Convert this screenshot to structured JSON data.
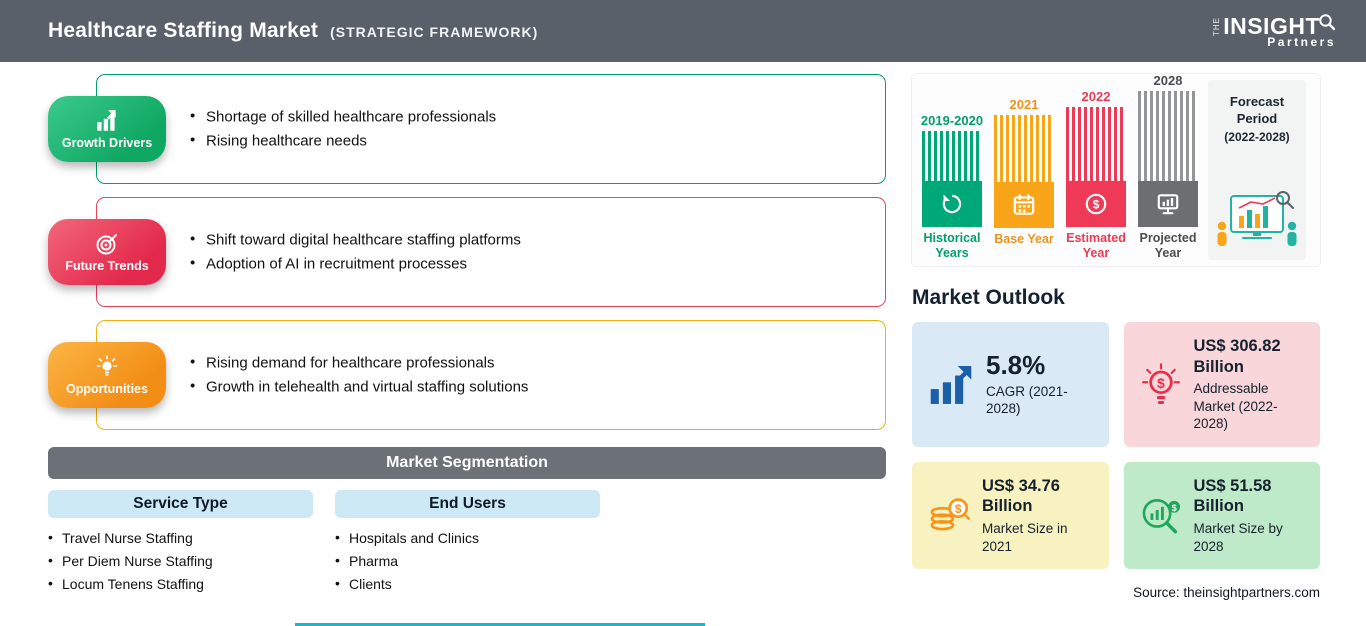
{
  "header": {
    "title": "Healthcare Staffing Market",
    "subtitle": "(STRATEGIC FRAMEWORK)",
    "logo": {
      "the": "The",
      "insight": "INSIGHT",
      "partners": "Partners"
    }
  },
  "sections": [
    {
      "label": "Growth Drivers",
      "icon": "bar-chart-growth-icon",
      "color": "#009f6f",
      "bullets": [
        "Shortage of skilled healthcare professionals",
        "Rising healthcare needs"
      ]
    },
    {
      "label": "Future Trends",
      "icon": "target-icon",
      "color": "#e8435a",
      "bullets": [
        "Shift toward digital healthcare staffing platforms",
        "Adoption of AI in recruitment processes"
      ]
    },
    {
      "label": "Opportunities",
      "icon": "lightbulb-icon",
      "color": "#f0b00a",
      "bullets": [
        "Rising demand for healthcare professionals",
        "Growth in telehealth and virtual staffing solutions"
      ]
    }
  ],
  "segmentation": {
    "title": "Market Segmentation",
    "groups": [
      {
        "header": "Service Type",
        "items": [
          "Travel Nurse Staffing",
          "Per Diem Nurse Staffing",
          "Locum Tenens Staffing"
        ]
      },
      {
        "header": "End Users",
        "items": [
          "Hospitals and Clinics",
          "Pharma",
          "Clients"
        ]
      }
    ]
  },
  "timeline": {
    "bars": [
      {
        "year": "2019-2020",
        "label": "Historical Years",
        "icon": "history-arrows-icon",
        "color": "#00a877"
      },
      {
        "year": "2021",
        "label": "Base Year",
        "icon": "calendar-icon",
        "color": "#f9a51a"
      },
      {
        "year": "2022",
        "label": "Estimated Year",
        "icon": "money-icon",
        "color": "#ee3a57"
      },
      {
        "year": "2028",
        "label": "Projected Year",
        "icon": "monitor-icon",
        "color": "#6d6e71"
      }
    ],
    "forecast_title": "Forecast Period",
    "forecast_range": "(2022-2028)"
  },
  "outlook": {
    "title": "Market Outlook",
    "cards": [
      {
        "value": "5.8%",
        "desc": "CAGR (2021-2028)",
        "icon": "growth-chart-icon",
        "bg": "#d9e9f5"
      },
      {
        "value": "US$ 306.82 Billion",
        "desc": "Addressable Market (2022-2028)",
        "icon": "bulb-dollar-icon",
        "bg": "#f8d6da"
      },
      {
        "value": "US$ 34.76 Billion",
        "desc": "Market Size in 2021",
        "icon": "coins-magnifier-icon",
        "bg": "#f7f2bf"
      },
      {
        "value": "US$ 51.58 Billion",
        "desc": "Market Size by 2028",
        "icon": "dollar-magnifier-icon",
        "bg": "#bfeac9"
      }
    ]
  },
  "source": "Source: theinsightpartners.com",
  "colors": {
    "header_bg": "#596069",
    "segmentation_bg": "#6b7177",
    "segment_header_bg": "#cde9f6",
    "accent_teal": "#00a877",
    "accent_orange": "#f9a51a",
    "accent_red": "#ee3a57",
    "accent_gray": "#6d6e71",
    "bottom_accent": "#1ab5c8"
  }
}
